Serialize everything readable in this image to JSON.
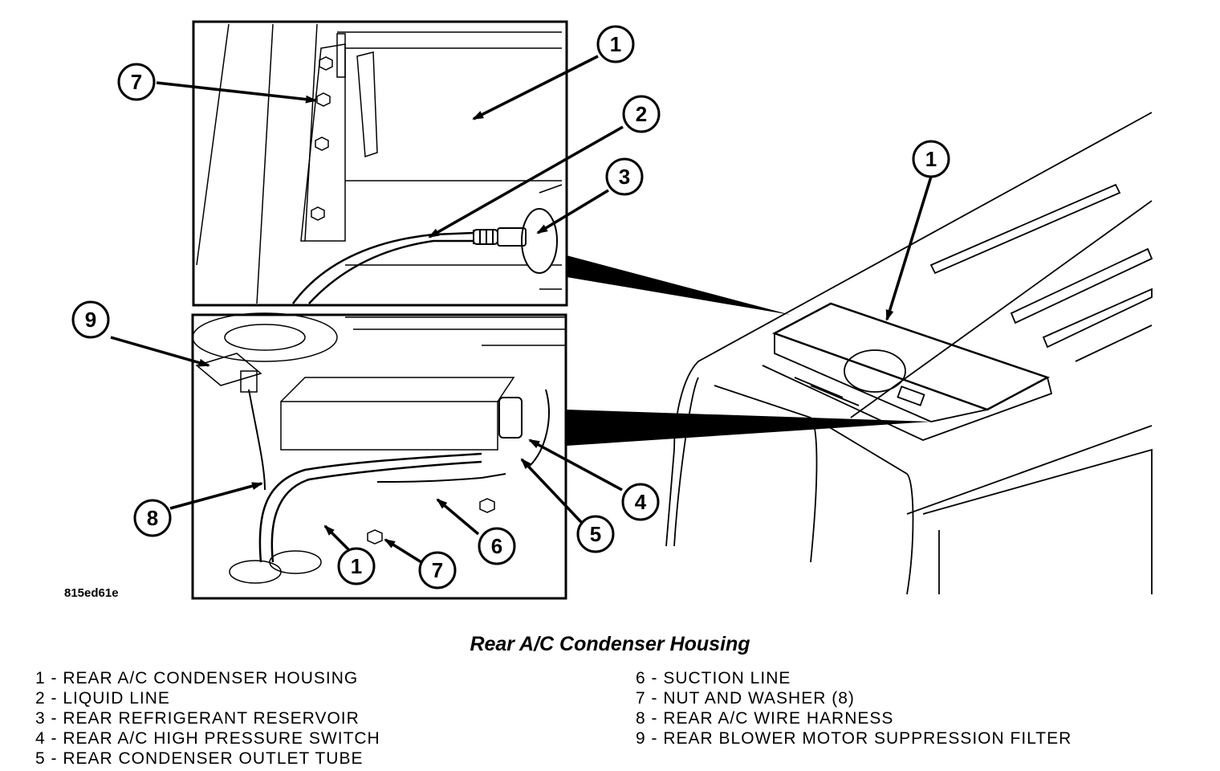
{
  "figure": {
    "title": "Rear A/C Condenser Housing",
    "code": "815ed61e"
  },
  "callouts": [
    {
      "id": "c1a",
      "number": "1"
    },
    {
      "id": "c7a",
      "number": "7"
    },
    {
      "id": "c2",
      "number": "2"
    },
    {
      "id": "c3",
      "number": "3"
    },
    {
      "id": "c9",
      "number": "9"
    },
    {
      "id": "c8",
      "number": "8"
    },
    {
      "id": "c1b",
      "number": "1"
    },
    {
      "id": "c7b",
      "number": "7"
    },
    {
      "id": "c6",
      "number": "6"
    },
    {
      "id": "c5",
      "number": "5"
    },
    {
      "id": "c4",
      "number": "4"
    },
    {
      "id": "c1c",
      "number": "1"
    }
  ],
  "legend": {
    "left": [
      "1 - REAR A/C CONDENSER HOUSING",
      "2 - LIQUID LINE",
      "3 - REAR REFRIGERANT RESERVOIR",
      "4 - REAR A/C HIGH PRESSURE SWITCH",
      "5 - REAR CONDENSER OUTLET TUBE"
    ],
    "right": [
      "6 - SUCTION LINE",
      "7 - NUT AND WASHER (8)",
      "8 - REAR A/C WIRE HARNESS",
      "9 - REAR BLOWER MOTOR SUPPRESSION FILTER"
    ]
  }
}
